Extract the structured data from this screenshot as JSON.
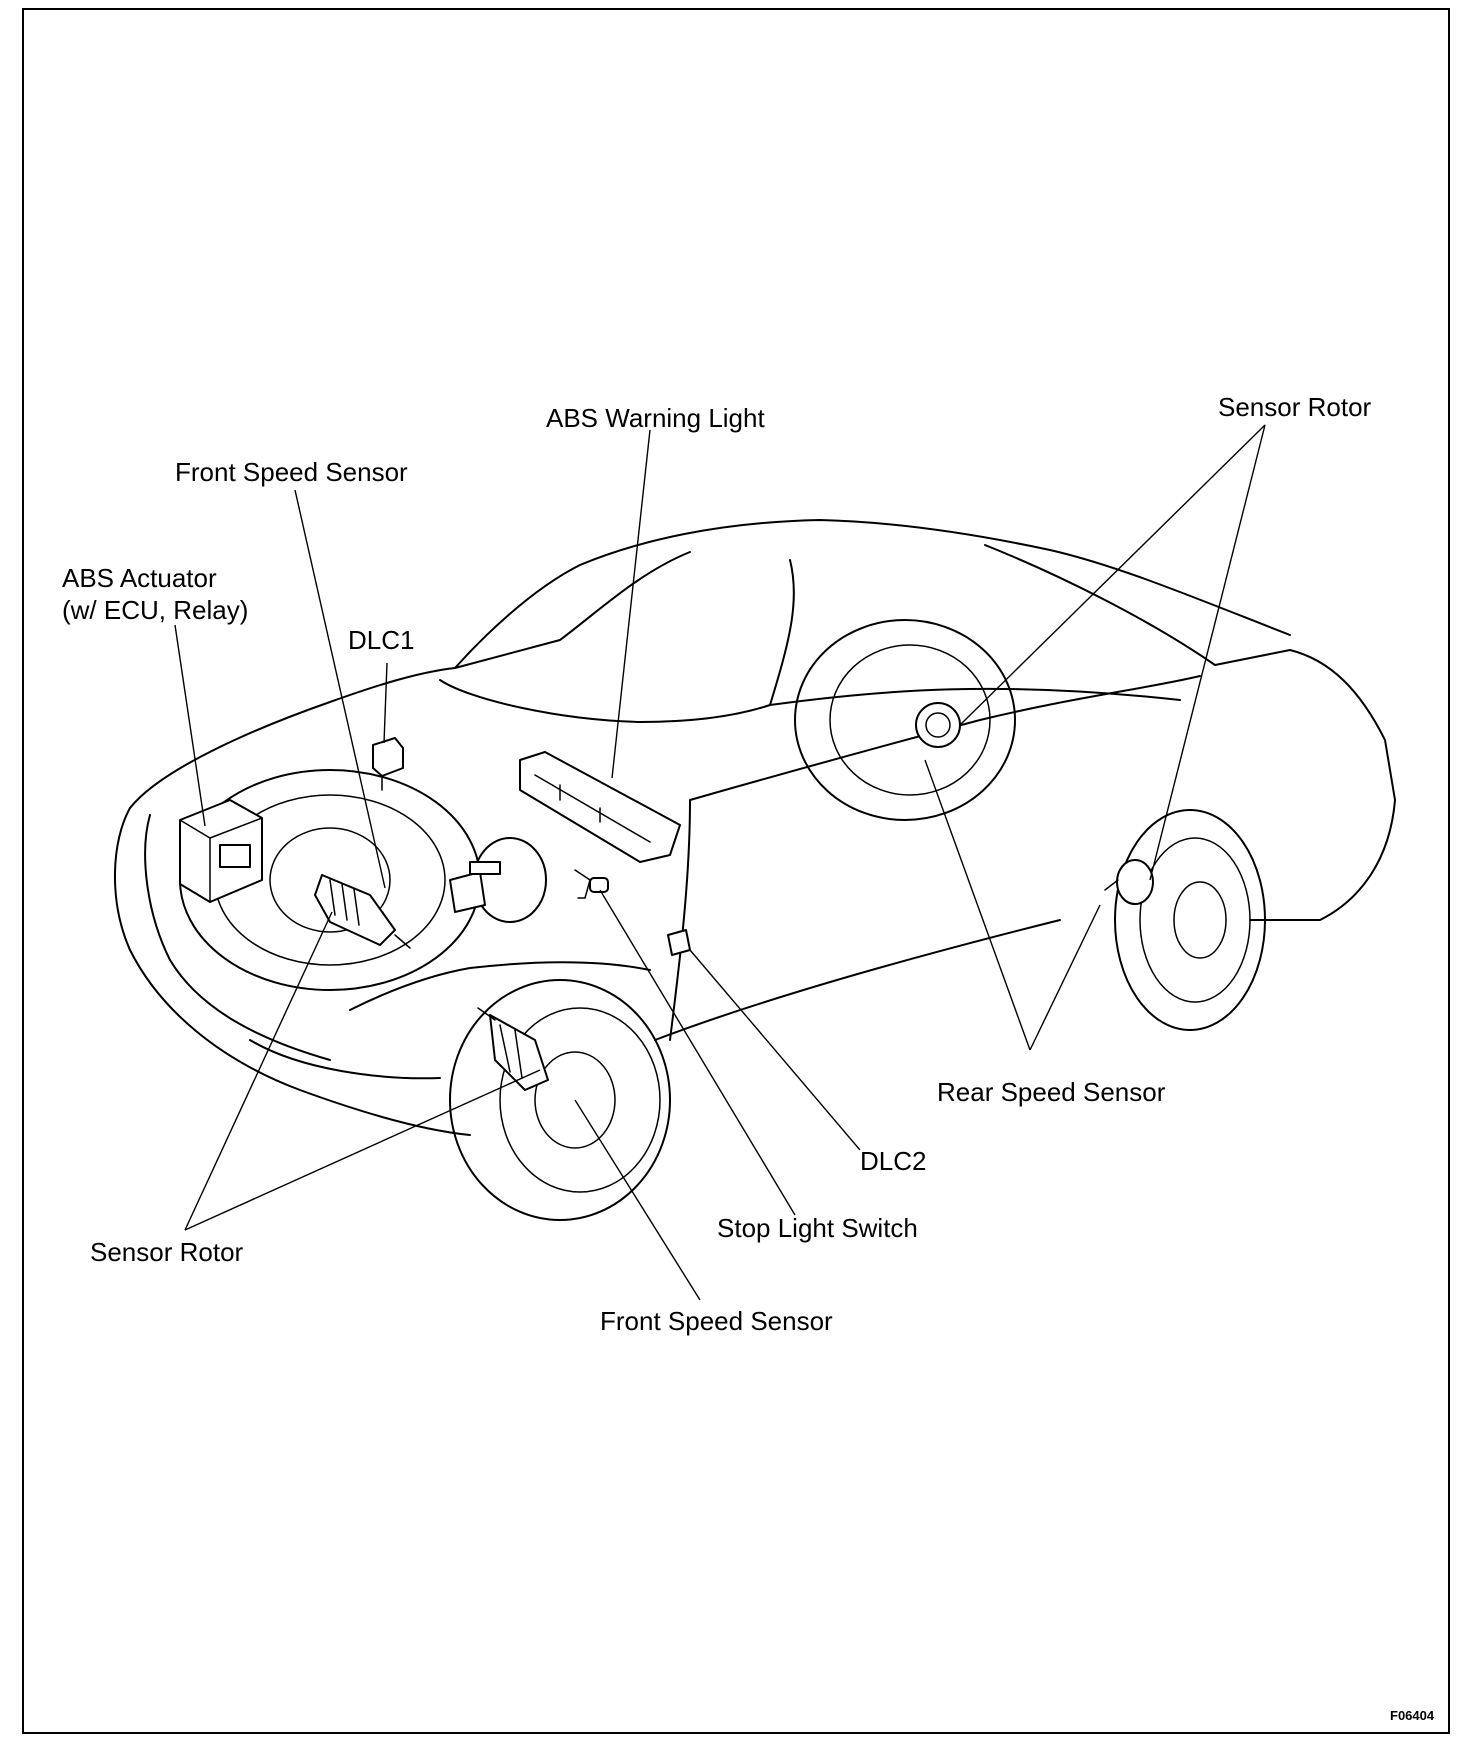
{
  "labels": {
    "abs_warning_light": "ABS Warning Light",
    "sensor_rotor_rear": "Sensor Rotor",
    "front_speed_sensor_top": "Front Speed Sensor",
    "abs_actuator_line1": "ABS Actuator",
    "abs_actuator_line2": "(w/ ECU, Relay)",
    "dlc1": "DLC1",
    "rear_speed_sensor": "Rear Speed Sensor",
    "dlc2": "DLC2",
    "stop_light_switch": "Stop Light Switch",
    "sensor_rotor_front": "Sensor Rotor",
    "front_speed_sensor_bottom": "Front Speed Sensor"
  },
  "figure_id": "F06404"
}
